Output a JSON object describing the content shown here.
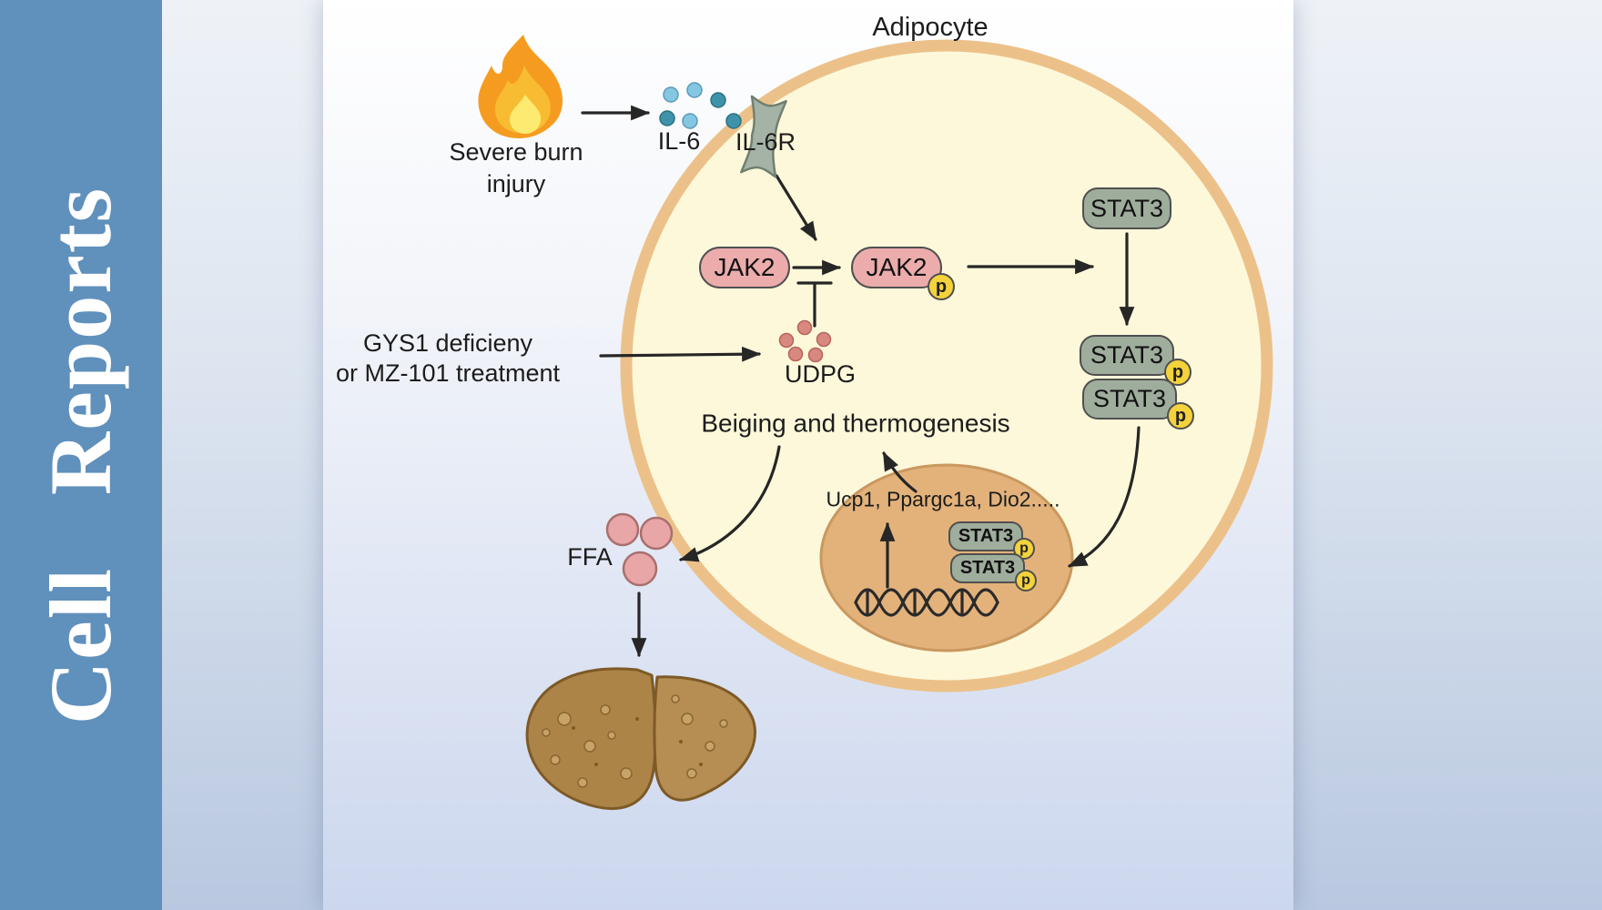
{
  "journal": {
    "name": "Cell Reports"
  },
  "labels": {
    "adipocyte": "Adipocyte",
    "severe_burn_line1": "Severe burn",
    "severe_burn_line2": "injury",
    "il6": "IL-6",
    "il6r": "IL-6R",
    "jak2": "JAK2",
    "stat3": "STAT3",
    "p": "p",
    "gys1_line1": "GYS1 deficieny",
    "gys1_line2": "or MZ-101 treatment",
    "udpg": "UDPG",
    "beiging": "Beiging and thermogenesis",
    "genes": "Ucp1, Ppargc1a, Dio2.....",
    "ffa": "FFA"
  },
  "edges": [
    {
      "from": "Severe burn injury",
      "to": "IL-6 / IL-6R",
      "type": "arrow"
    },
    {
      "from": "IL-6R",
      "to": "JAK2 phosphorylation",
      "type": "arrow"
    },
    {
      "from": "JAK2",
      "to": "JAK2-p",
      "type": "arrow"
    },
    {
      "from": "GYS1 deficieny or MZ-101 treatment",
      "to": "UDPG",
      "type": "arrow"
    },
    {
      "from": "UDPG",
      "to": "JAK2 phosphorylation",
      "type": "inhibition"
    },
    {
      "from": "JAK2-p",
      "to": "STAT3",
      "type": "arrow"
    },
    {
      "from": "STAT3",
      "to": "STAT3-p dimer",
      "type": "arrow"
    },
    {
      "from": "STAT3-p dimer",
      "to": "nucleus",
      "type": "arrow"
    },
    {
      "from": "nuclear STAT3-p dimer / DNA",
      "to": "Ucp1, Ppargc1a, Dio2 transcription",
      "type": "arrow"
    },
    {
      "from": "gene transcription",
      "to": "Beiging and thermogenesis",
      "type": "arrow"
    },
    {
      "from": "Beiging and thermogenesis",
      "to": "FFA",
      "type": "arrow"
    },
    {
      "from": "FFA",
      "to": "liver",
      "type": "arrow"
    }
  ],
  "colors": {
    "sidebar_blue": "#6090bc",
    "cell_fill": "#fdf8da",
    "cell_border": "#ecc189",
    "nucleus_fill": "#e3b27b",
    "jak2_fill": "#ecacac",
    "stat3_fill": "#9fad9c",
    "phospho_yellow": "#f3d23c",
    "udpg_dot": "#d98880",
    "il6_dot_blue": "#85c7e2",
    "il6_dot_teal": "#3e93a9",
    "ffa_pink": "#e8a6a6",
    "liver_brown": "#ad8448"
  }
}
